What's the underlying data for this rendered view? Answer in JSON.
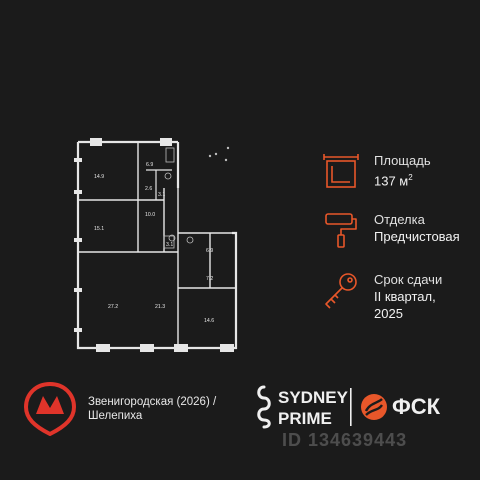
{
  "floorplan": {
    "rooms": [
      {
        "id": "r1",
        "area": "14.9"
      },
      {
        "id": "r2",
        "area": "6.9"
      },
      {
        "id": "r3",
        "area": "2.6"
      },
      {
        "id": "r4",
        "area": "3.1"
      },
      {
        "id": "r5",
        "area": "10.0"
      },
      {
        "id": "r6",
        "area": "15.1"
      },
      {
        "id": "r7",
        "area": "3.1"
      },
      {
        "id": "r8",
        "area": "6.9"
      },
      {
        "id": "r9",
        "area": "7.2"
      },
      {
        "id": "r10",
        "area": "27.2"
      },
      {
        "id": "r11",
        "area": "21.3"
      },
      {
        "id": "r12",
        "area": "14.6"
      }
    ]
  },
  "info": {
    "area_label": "Площадь",
    "area_value": "137 м",
    "area_sup": "2",
    "finish_label": "Отделка",
    "finish_value": "Предчистовая",
    "deadline_label": "Срок сдачи",
    "deadline_value_1": "II квартал,",
    "deadline_value_2": "2025"
  },
  "metro": {
    "line1": "Звенигородская (2026) /",
    "line2": "Шелепиха"
  },
  "brand": {
    "sydney_line1": "SYDNEY",
    "sydney_line2": "PRIME",
    "fsk": "ФСК"
  },
  "watermark": "ID 134639443",
  "colors": {
    "background": "#1b1b1b",
    "accent": "#e8572a",
    "walls": "#e6e6e6",
    "text": "#e8e8e8"
  },
  "icons": [
    "area-icon",
    "paint-roller-icon",
    "key-icon",
    "metro-icon"
  ]
}
